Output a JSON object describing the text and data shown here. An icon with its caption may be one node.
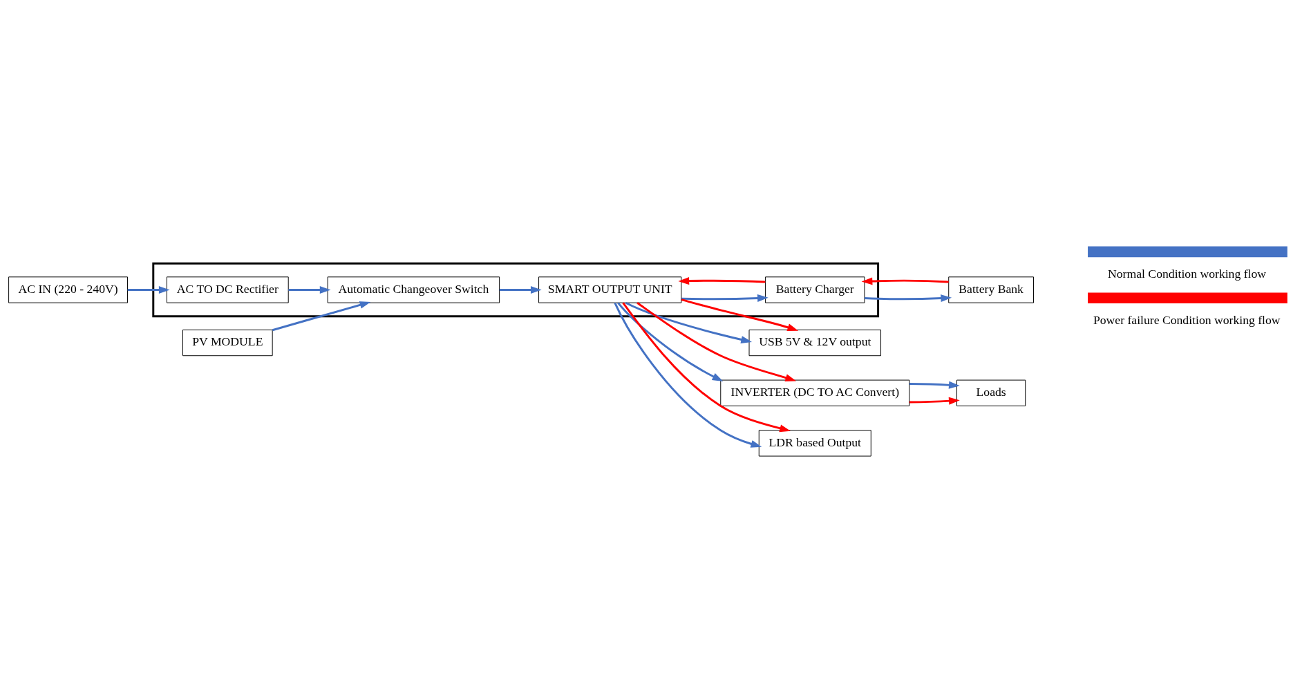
{
  "diagram": {
    "nodes": [
      {
        "text": [
          "AC IN (220 - 240V)"
        ]
      },
      {
        "text": [],
        "shape": "box"
      },
      {
        "text": [
          "AC TO DC Rectifier"
        ],
        "in": 1
      },
      {
        "text": [
          "Battery Charger"
        ],
        "in": 1
      },
      {
        "text": [
          "Battery Bank"
        ]
      },
      {
        "text": [
          "PV MODULE"
        ]
      },
      {
        "text": [
          "Automatic Changeover Switch"
        ],
        "in": 1
      },
      {
        "text": [
          "SMART OUTPUT UNIT"
        ],
        "in": 1
      },
      {
        "text": [
          "USB 5V & 12V output"
        ]
      },
      {
        "text": [
          "INVERTER (DC TO AC Convert)"
        ]
      },
      {
        "text": [
          "Loads"
        ]
      },
      {
        "text": [
          "LDR based Output"
        ]
      }
    ],
    "edges": [
      {
        "from": 0,
        "to": 2,
        "arrow": "to"
      },
      {
        "from": 2,
        "to": 6,
        "arrow": "to"
      },
      {
        "from": 5,
        "to": 6,
        "arrow": "to"
      },
      {
        "from": 6,
        "to": 7,
        "arrow": "to"
      },
      {
        "from": 7,
        "to": 3,
        "arrow": "to"
      },
      {
        "from": 3,
        "to": 4,
        "arrow": "to"
      },
      {
        "from": 4,
        "to": 3,
        "arrow": "to",
        "color": "#ff0000"
      },
      {
        "from": 3,
        "to": 7,
        "arrow": "to",
        "color": "#ff0000"
      },
      {
        "from": 7,
        "to": 8,
        "arrow": "to"
      },
      {
        "from": 7,
        "to": 8,
        "arrow": "to",
        "color": "#ff0000"
      },
      {
        "from": 7,
        "to": 11,
        "arrow": "to"
      },
      {
        "from": 7,
        "to": 11,
        "arrow": "to",
        "color": "#ff0000"
      },
      {
        "from": 7,
        "to": 9,
        "arrow": "to"
      },
      {
        "from": 7,
        "to": 9,
        "arrow": "to",
        "color": "#ff0000"
      },
      {
        "from": 9,
        "to": 10,
        "arrow": "to",
        "color": "#ff0000"
      },
      {
        "from": 9,
        "to": 10,
        "arrow": "to"
      }
    ],
    "legend": [
      {
        "text": "Normal Condition working flow"
      },
      {
        "text": "Power failure Condition working flow"
      }
    ]
  }
}
